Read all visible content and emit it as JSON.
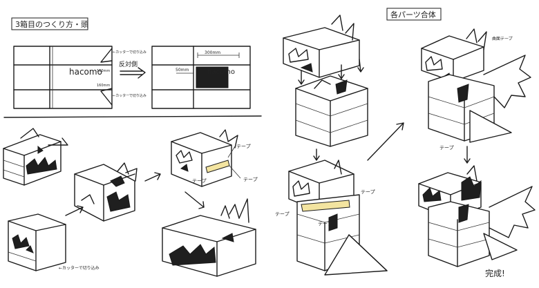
{
  "sections": {
    "left_title": "3箱目のつくり方・頭",
    "right_title": "各パーツ合体"
  },
  "labels": {
    "cut_in_1": "←カッターで切り込み",
    "dim_160": "160mm",
    "dim_160b": "160mm",
    "cut_in_2": "←カッターで切り込み",
    "box_print": "hacomo",
    "flip": "反対側",
    "dim_300": "300mm",
    "dim_50": "50mm",
    "box_print_back": "hacomo",
    "cut_in_3": "←カッターで切り込み",
    "tape_1": "テープ",
    "tape_2": "テープ",
    "tape_3": "テープ",
    "tape_4": "テープ",
    "tape_5": "テープ",
    "tape_6": "テープ",
    "curved_tape": "曲面テープ",
    "tape_7": "テープ",
    "done": "完成!"
  },
  "colors": {
    "ink": "#1a1a1a",
    "tape": "#f3e4a0",
    "fill_dark": "#1f1f1f"
  }
}
